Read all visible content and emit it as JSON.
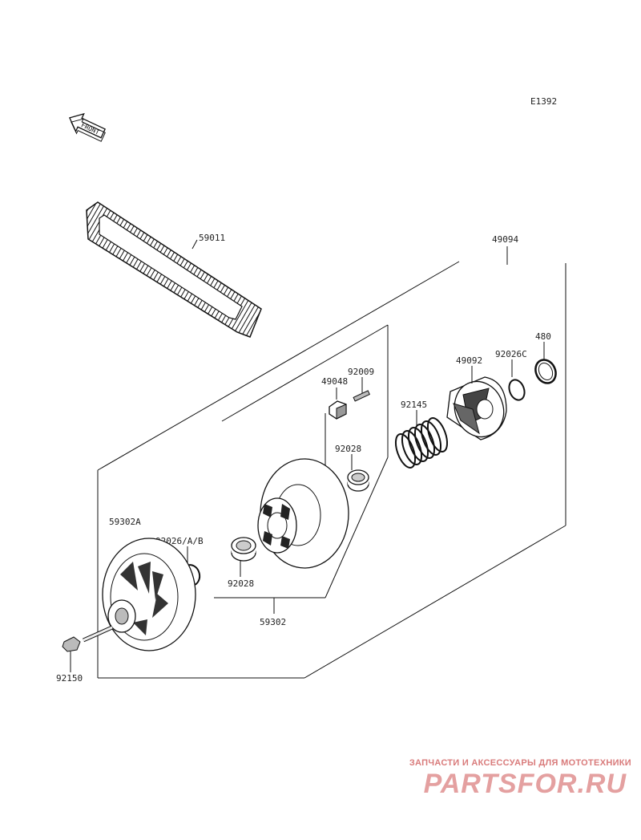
{
  "diagram": {
    "ref_code": "E1392",
    "front_marker": "FRONT",
    "part_numbers": {
      "belt": "59011",
      "driven_pulley_assy": "49094",
      "cam_ring": "480",
      "washer_c": "92026C",
      "cam": "49092",
      "spring": "92145",
      "bolt_small": "92009",
      "slider": "49048",
      "bushing_upper": "92028",
      "fixed_sheave": "59302A",
      "washer_ab": "92026/A/B",
      "bushing_lower": "92028",
      "movable_sheave": "59302",
      "bolt": "92150"
    }
  },
  "watermark": {
    "tagline": "ЗАПЧАСТИ И АКСЕССУАРЫ ДЛЯ МОТОТЕХНИКИ",
    "logo": "PARTSFOR.RU"
  }
}
